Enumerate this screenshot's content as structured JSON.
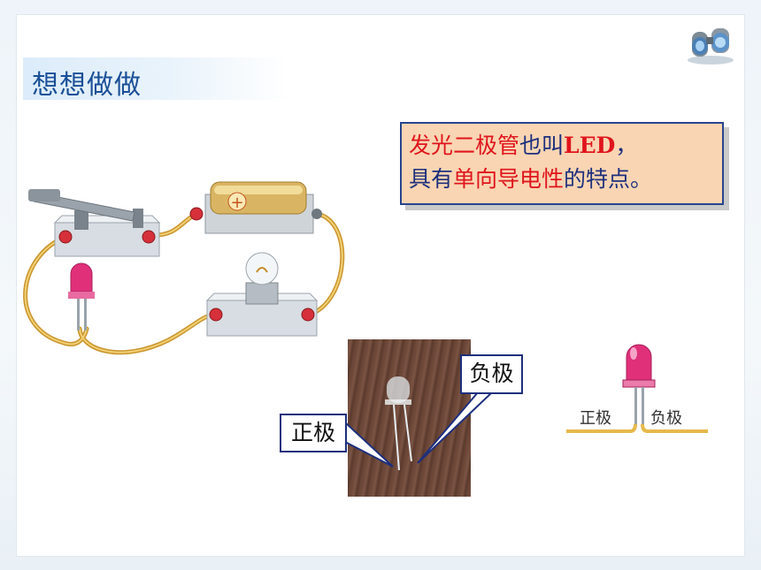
{
  "title": "想想做做",
  "note": {
    "line1_part1": "发光二极管",
    "line1_part2": "也叫",
    "line1_part3": "LED",
    "line1_part4": "，",
    "line2_part1": "具有",
    "line2_part2": "单向导电性",
    "line2_part3": "的特点。"
  },
  "photo_callouts": {
    "negative": "负极",
    "positive": "正极"
  },
  "led_diagram": {
    "positive_label": "正极",
    "negative_label": "负极"
  },
  "battery_symbol": "+",
  "colors": {
    "title_text": "#1a4f97",
    "note_bg": "#f9d5b3",
    "note_border": "#27458d",
    "red_text": "#e0141c",
    "navy_text": "#1d2f7d",
    "led_pink": "#e0307a",
    "wire": "#e6b94a"
  },
  "icons": [
    "binoculars-icon",
    "battery-icon",
    "switch-icon",
    "bulb-icon",
    "led-icon"
  ]
}
